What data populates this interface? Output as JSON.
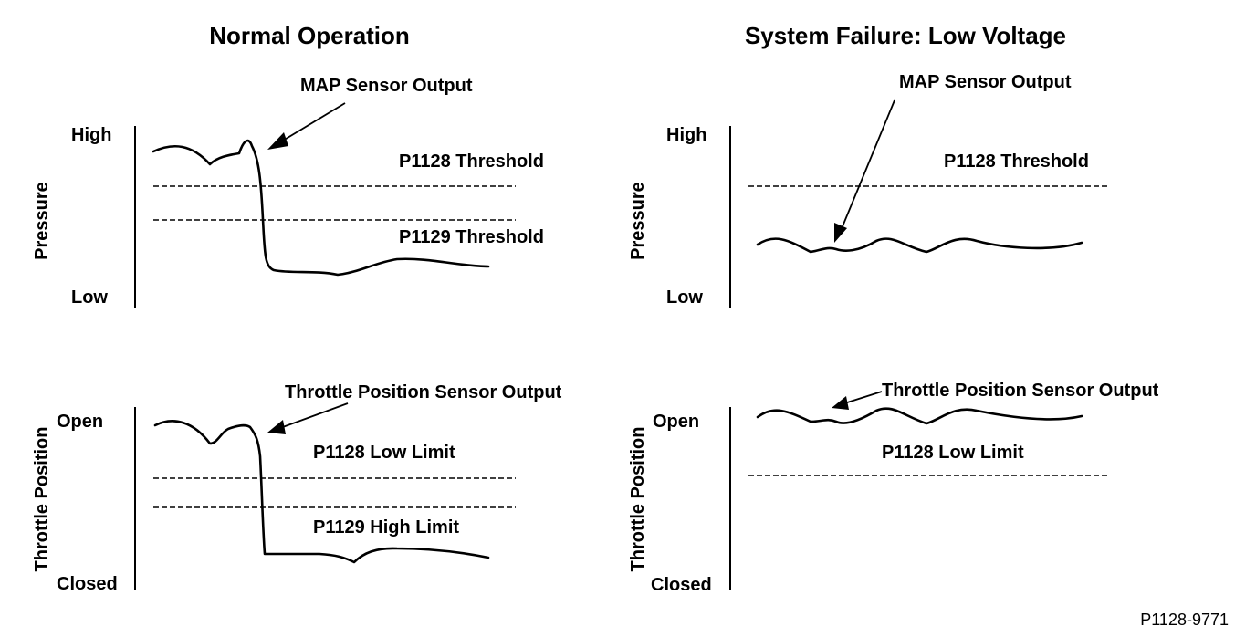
{
  "left_panel": {
    "title": "Normal Operation",
    "pressure_chart": {
      "y_axis_label": "Pressure",
      "y_high": "High",
      "y_low": "Low",
      "annotation": "MAP Sensor Output",
      "threshold_1": "P1128 Threshold",
      "threshold_2": "P1129 Threshold"
    },
    "throttle_chart": {
      "y_axis_label": "Throttle Position",
      "y_high": "Open",
      "y_low": "Closed",
      "annotation": "Throttle Position Sensor Output",
      "limit_1": "P1128 Low Limit",
      "limit_2": "P1129 High Limit"
    }
  },
  "right_panel": {
    "title": "System Failure: Low Voltage",
    "pressure_chart": {
      "y_axis_label": "Pressure",
      "y_high": "High",
      "y_low": "Low",
      "annotation": "MAP Sensor Output",
      "threshold_1": "P1128 Threshold"
    },
    "throttle_chart": {
      "y_axis_label": "Throttle Position",
      "y_high": "Open",
      "y_low": "Closed",
      "annotation": "Throttle Position Sensor Output",
      "limit_1": "P1128 Low Limit"
    }
  },
  "figure_code": "P1128-9771"
}
